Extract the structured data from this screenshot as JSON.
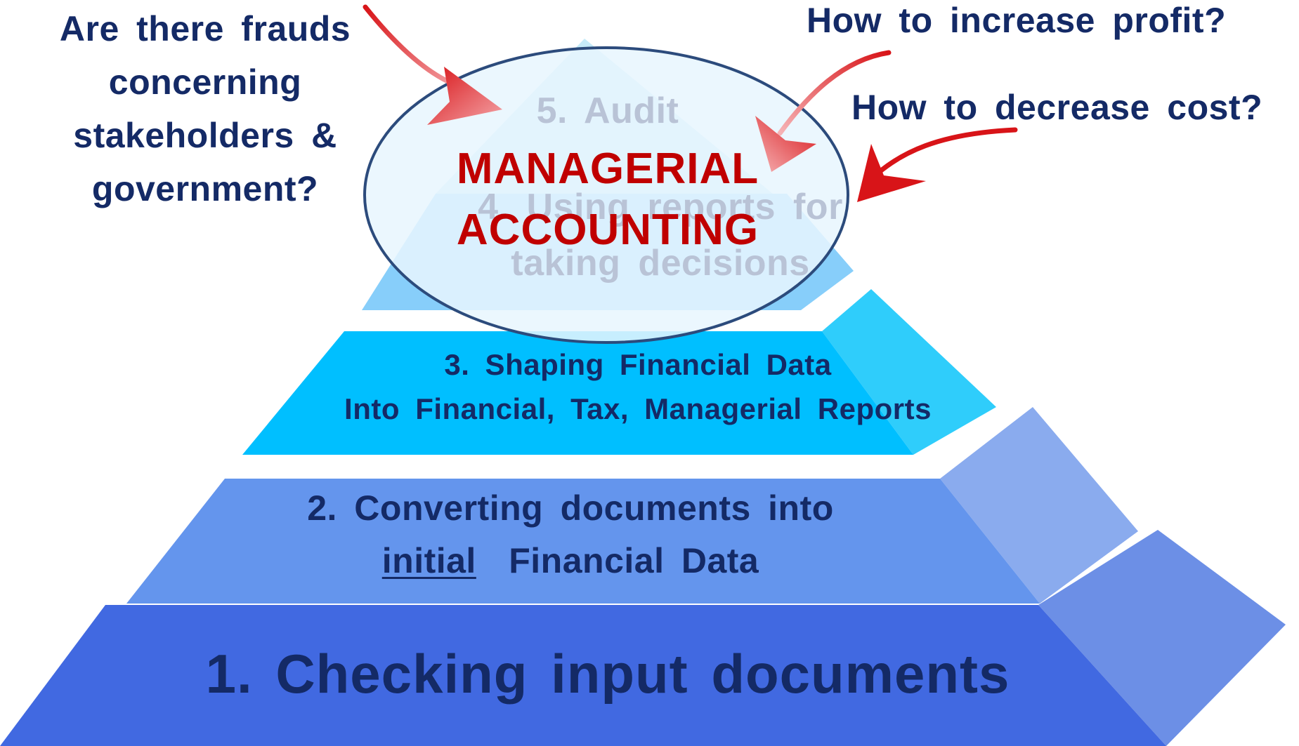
{
  "levels": {
    "l1": {
      "text": "1. Checking  input  documents"
    },
    "l2": {
      "line1": "2. Converting  documents  into",
      "line2_underlined": "initial",
      "line2_rest": "Financial  Data"
    },
    "l3": {
      "line1": "3.  Shaping   Financial  Data",
      "line2": "Into  Financial, Tax, Managerial  Reports"
    },
    "l4": {
      "line1": "4. Using  reports  for",
      "line2": "taking  decisions"
    },
    "l5": {
      "text": "5. Audit"
    }
  },
  "highlight": {
    "line1": "MANAGERIAL",
    "line2": "ACCOUNTING"
  },
  "questions": {
    "fraud": [
      "Are there  frauds",
      "concerning",
      "stakeholders &",
      "government?"
    ],
    "profit": "How  to  increase  profit?",
    "cost": "How  to  decrease  cost?"
  },
  "colors": {
    "text_dark": "#142a66",
    "accent_red": "#c00000",
    "arrow_red": "#d81418",
    "level1_face": "#4169e1",
    "level2_face": "#6495ed",
    "level3_face": "#00bfff",
    "level4_face": "#87cefa",
    "level5_face": "#c6ebf9"
  }
}
